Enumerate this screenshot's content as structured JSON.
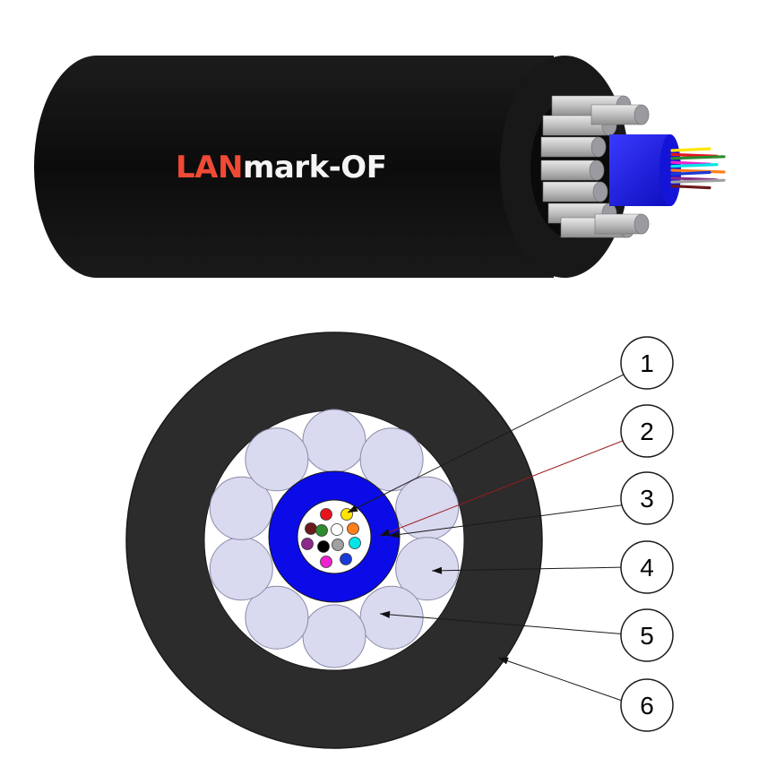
{
  "brand": {
    "prefix": "LAN",
    "suffix": "mark-OF",
    "prefix_color": "#ef4a36",
    "suffix_color": "#f4f4f4"
  },
  "colors": {
    "jacket": "#2c2c2c",
    "jacket_3d": "#141414",
    "inner_space": "#ffffff",
    "strength_member": "#d9d9f0",
    "buffer_tube": "#0b0be8",
    "outline": "#1a1a1a"
  },
  "fiber_colors": [
    "#ffe600",
    "#e8141c",
    "#2e8b2e",
    "#6b1a1a",
    "#ffffff",
    "#ff7f1a",
    "#00e5e5",
    "#a0a0a0",
    "#8a2a8a",
    "#000000",
    "#ee22cc",
    "#1a3ad8"
  ],
  "callouts": [
    {
      "id": "1",
      "label": "1"
    },
    {
      "id": "2",
      "label": "2"
    },
    {
      "id": "3",
      "label": "3"
    },
    {
      "id": "4",
      "label": "4"
    },
    {
      "id": "5",
      "label": "5"
    },
    {
      "id": "6",
      "label": "6"
    }
  ]
}
